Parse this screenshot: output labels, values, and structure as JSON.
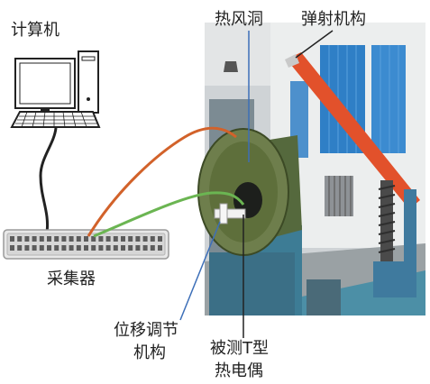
{
  "labels": {
    "computer": "计算机",
    "collector": "采集器",
    "wind_tunnel": "热风洞",
    "launcher": "弹射机构",
    "positioner_line1": "位移调节",
    "positioner_line2": "机构",
    "thermocouple_line1": "被测T型",
    "thermocouple_line2": "热电偶"
  },
  "colors": {
    "cable_orange": "#d2622a",
    "cable_green": "#6bb552",
    "leader_blue": "#3d6fb8",
    "leader_black": "#222222"
  }
}
